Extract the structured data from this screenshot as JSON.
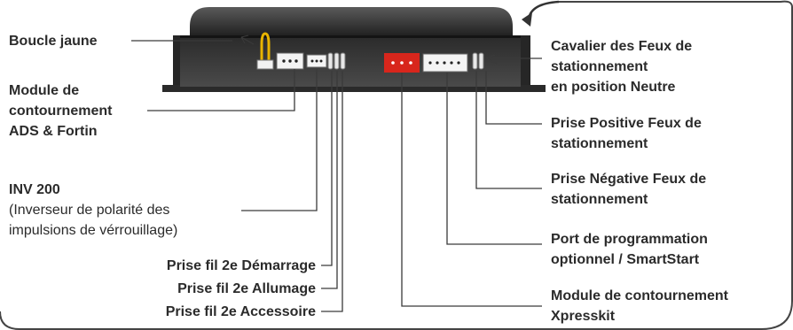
{
  "labels": {
    "boucle_jaune": "Boucle jaune",
    "module_ads_l1": "Module de",
    "module_ads_l2": "contournement",
    "module_ads_l3": "ADS & Fortin",
    "inv_title": "INV 200",
    "inv_l2": "(Inverseur de polarité des",
    "inv_l3": "impulsions de vérrouillage)",
    "prise_demarrage": "Prise fil 2e Démarrage",
    "prise_allumage": "Prise fil 2e Allumage",
    "prise_accessoire": "Prise fil 2e Accessoire",
    "cavalier_l1": "Cavalier des Feux de",
    "cavalier_l2": "stationnement",
    "cavalier_l3": "en position Neutre",
    "prise_pos_l1": "Prise Positive Feux de",
    "prise_pos_l2": "stationnement",
    "prise_neg_l1": "Prise Négative Feux de",
    "prise_neg_l2": "stationnement",
    "port_l1": "Port de programmation",
    "port_l2": "optionnel / SmartStart",
    "xpress_l1": "Module de contournement",
    "xpress_l2": "Xpresskit"
  },
  "colors": {
    "device_body": "#3a3a3a",
    "red_connector": "#d8261c",
    "yellow_loop": "#e8b400",
    "line": "#3a3a3a"
  }
}
